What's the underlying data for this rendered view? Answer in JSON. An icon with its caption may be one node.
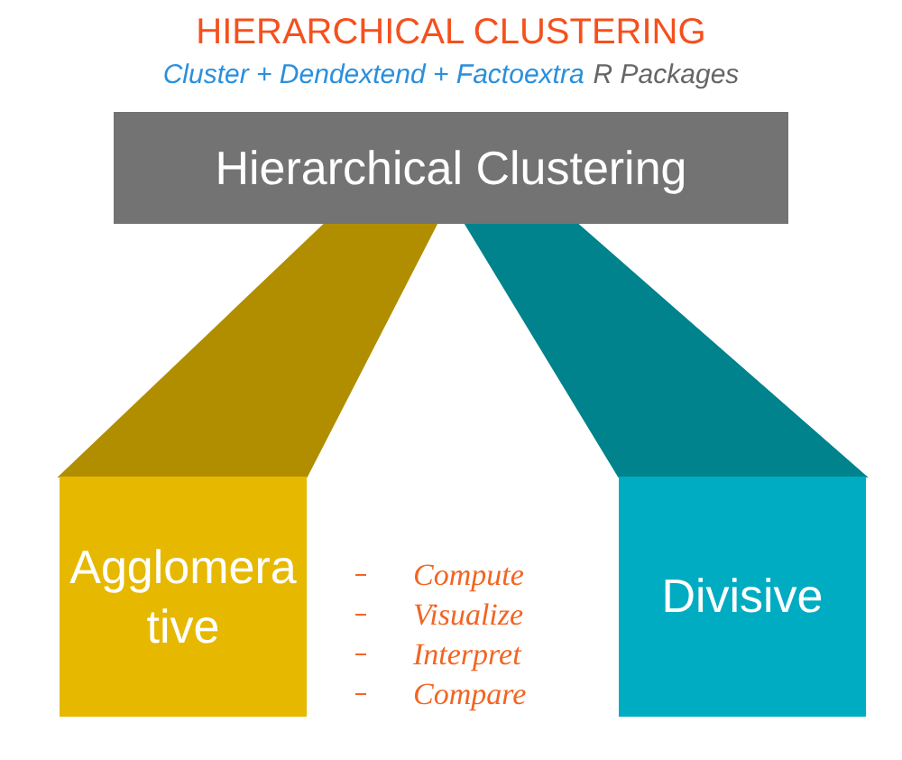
{
  "diagram": {
    "title": "HIERARCHICAL CLUSTERING",
    "nodes": [
      {
        "text": [
          "Hierarchical Clustering"
        ]
      },
      {
        "text": [
          "Agglomerative"
        ]
      },
      {
        "text": [
          "Divisive"
        ]
      }
    ],
    "edges": [
      {
        "from": 0,
        "to": 1,
        "arrow": "none",
        "style": "thick",
        "color": "#b18e00"
      },
      {
        "from": 0,
        "to": 2,
        "arrow": "none",
        "style": "thick",
        "color": "#00838c"
      }
    ],
    "labels": [
      "Cluster + Dendextend + Factoextra",
      "R Packages",
      "Compute",
      "Visualize",
      "Interpret",
      "Compare"
    ]
  }
}
